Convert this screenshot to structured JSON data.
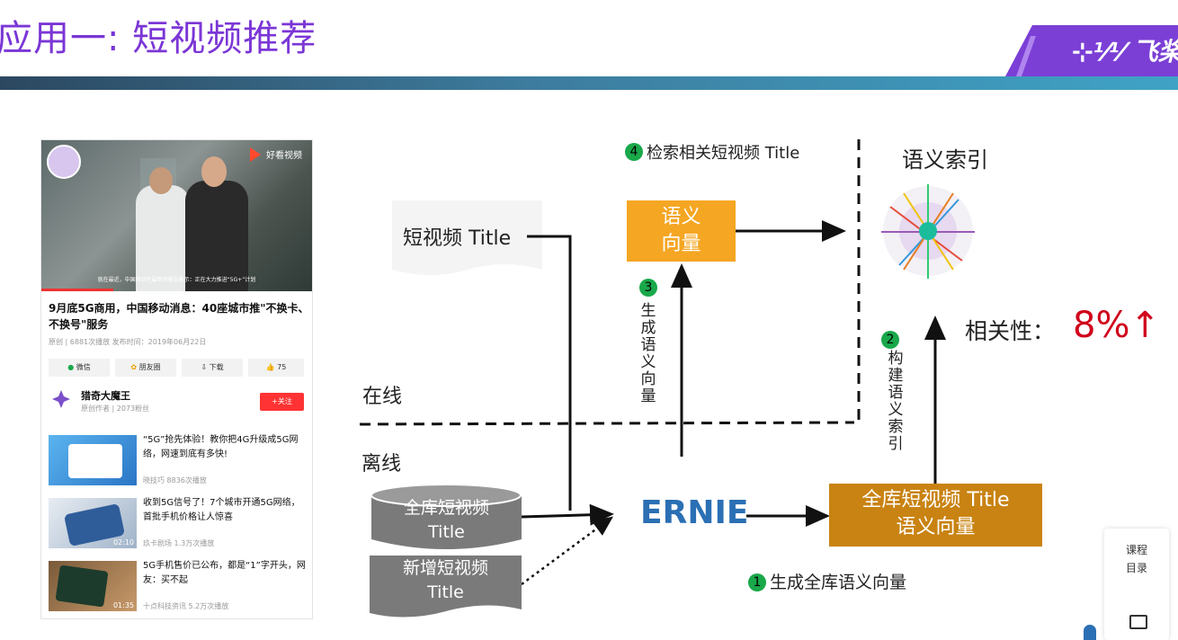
{
  "slide": {
    "title": "应用一: 短视频推荐"
  },
  "logo": {
    "text": "飞桨",
    "mark": "paddle-logo-icon"
  },
  "phone": {
    "video": {
      "caption": "就在最近，中国移动在最新的报告表示：正在大力推进“5G+”计划",
      "watermark": "好看视频",
      "channel_logo": "猎奇大魔王"
    },
    "news_title": "9月底5G商用，中国移动消息：40座城市推\"不换卡、不换号\"服务",
    "news_meta": "原创 | 6881次播放   发布时间：2019年06月22日",
    "share": [
      "微信",
      "朋友圈",
      "下载",
      "75"
    ],
    "author": {
      "name": "猎奇大魔王",
      "sub": "原创作者 | 2073粉丝",
      "follow": "+关注"
    },
    "related": [
      {
        "title": "“5G”抢先体验！教你把4G升级成5G网络，网速到底有多快!",
        "meta": "晓技巧   8836次播放",
        "duration": ""
      },
      {
        "title": "收到5G信号了！7个城市开通5G网络，首批手机价格让人惊喜",
        "meta": "玖卡剧场   1.3万次播放",
        "duration": "02:10"
      },
      {
        "title": "5G手机售价已公布，都是“1”字开头，网友：买不起",
        "meta": "十点科技资讯   5.2万次播放",
        "duration": "01:35"
      }
    ]
  },
  "diagram": {
    "short_video_title": "短视频 Title",
    "step4": "检索相关短视频 Title",
    "semantic_vector_box": "语义\n向量",
    "semantic_index": "语义索引",
    "relevance_label": "相关性：",
    "relevance_value": "8%↑",
    "step3_num": "3",
    "step3_text": "生成语义向量",
    "step2_num": "2",
    "step2_text": "构建语义索引",
    "step4_num": "4",
    "step1_num": "1",
    "step1_text": "生成全库语义向量",
    "online": "在线",
    "offline": "离线",
    "db_label": "全库短视频\nTitle",
    "new_label": "新增短视频\nTitle",
    "ernie": "ERNIE",
    "all_vector_box": "全库短视频 Title\n语义向量"
  },
  "side_panel": {
    "catalog": "课程\n目录",
    "comment_icon": "comment-icon"
  },
  "colors": {
    "title": "#7b36d6",
    "orange": "#f5a623",
    "dark_orange": "#c98312",
    "ernie": "#2b6fb4",
    "relevance": "#d0021b",
    "green": "#19a84a",
    "gray": "#8a8a8a"
  }
}
